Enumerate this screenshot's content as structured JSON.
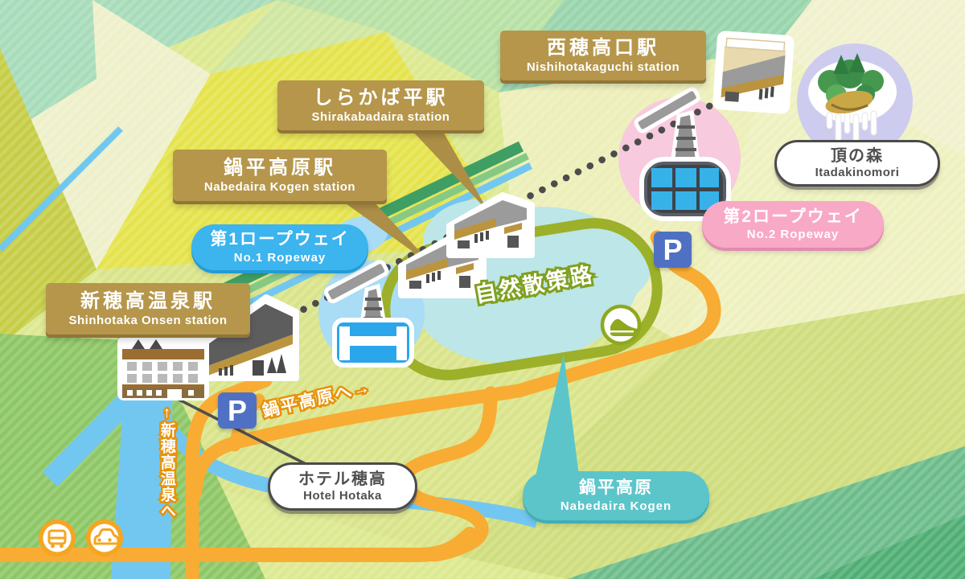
{
  "stations": {
    "nishihotakaguchi": {
      "jp": "西穂高口駅",
      "en": "Nishihotakaguchi station"
    },
    "shirakabadaira": {
      "jp": "しらかば平駅",
      "en": "Shirakabadaira station"
    },
    "nabedaira_kogen": {
      "jp": "鍋平高原駅",
      "en": "Nabedaira Kogen station"
    },
    "shinhotaka_onsen": {
      "jp": "新穂高温泉駅",
      "en": "Shinhotaka Onsen station"
    }
  },
  "ropeways": {
    "no1": {
      "jp": "第1ロープウェイ",
      "en": "No.1 Ropeway"
    },
    "no2": {
      "jp": "第2ロープウェイ",
      "en": "No.2 Ropeway"
    }
  },
  "places": {
    "itadakinomori": {
      "jp": "頂の森",
      "en": "Itadakinomori"
    },
    "hotel_hotaka": {
      "jp": "ホテル穂高",
      "en": "Hotel Hotaka"
    },
    "nabedaira_kogen": {
      "jp": "鍋平高原",
      "en": "Nabedaira Kogen"
    }
  },
  "annotations": {
    "nature_trail": "自然散策路",
    "to_nabedaira_kogen": "鍋平高原へ→",
    "to_shinhotaka_onsen": "↑新穂高温泉へ",
    "parking": "P"
  },
  "colors": {
    "gold_label": "#b5964b",
    "ropeway1_pill": "#3cb4ee",
    "ropeway2_pill": "#f8a9c6",
    "nabedaira_pill": "#5cc5ca",
    "road": "#f8ac33",
    "river": "#72c7f1",
    "trail_loop": "#9cb02a",
    "parking_blue": "#5071c3",
    "cable_dots": "#4c4c4c"
  }
}
